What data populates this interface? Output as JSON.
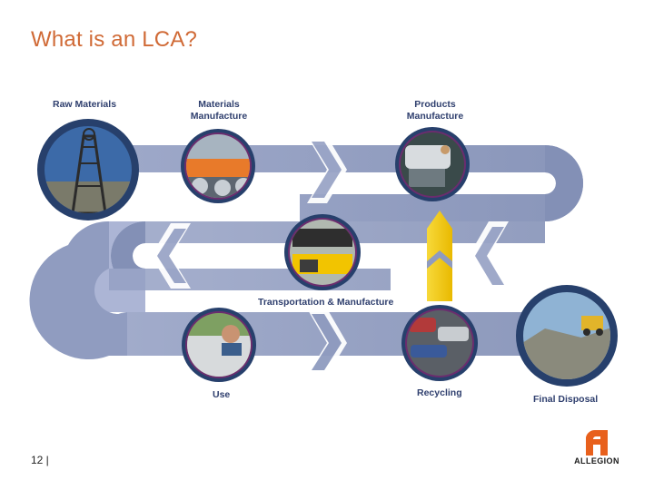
{
  "slide": {
    "title": "What is an LCA?",
    "page_number": "12 |"
  },
  "stages": {
    "raw_materials": "Raw Materials",
    "materials_manufacture_1": "Materials",
    "materials_manufacture_2": "Manufacture",
    "products_manufacture_1": "Products",
    "products_manufacture_2": "Manufacture",
    "transportation": "Transportation & Manufacture",
    "use": "Use",
    "recycling": "Recycling",
    "final_disposal": "Final Disposal"
  },
  "logo": {
    "text": "ALLEGION"
  },
  "colors": {
    "title": "#d06a36",
    "flow_band": "#8f9bbf",
    "flow_band_light": "#b8c1db",
    "circle_ring": "#27406c",
    "circle_ring_accent": "#6b2d6e",
    "recycle_arrow": "#f2c400",
    "logo_accent": "#e8601c"
  },
  "icons": {
    "raw_materials": "mine-tower-photo",
    "materials_manufacture": "steel-coils-photo",
    "products_manufacture": "car-assembly-photo",
    "transportation": "car-transport-truck-photo",
    "use": "driver-in-car-photo",
    "recycling": "scrap-cars-photo",
    "final_disposal": "landfill-photo"
  }
}
